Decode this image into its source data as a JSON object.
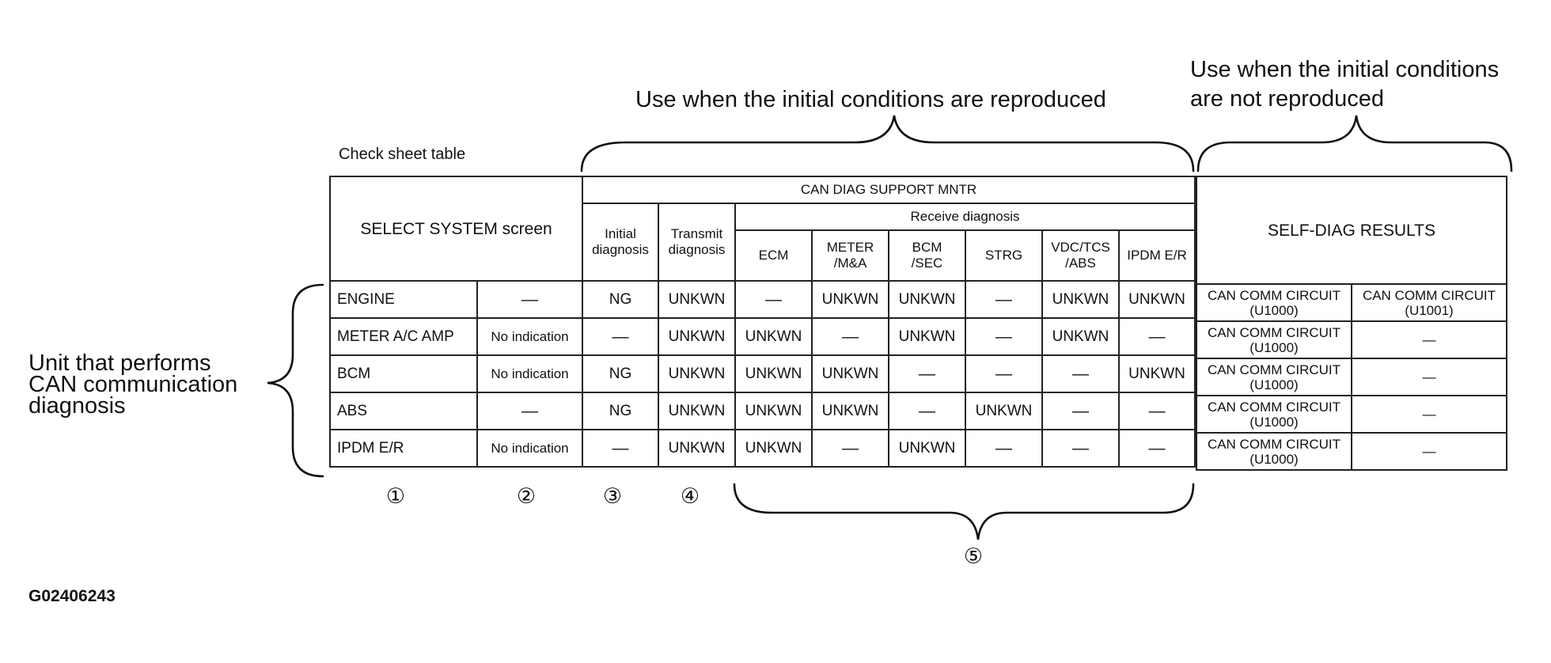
{
  "notes": {
    "reproduced": "Use when the initial conditions are reproduced",
    "not_reproduced_line1": "Use when the initial conditions",
    "not_reproduced_line2": "are not reproduced",
    "caption": "Check sheet table",
    "side_label": "Unit that performs\nCAN communication\ndiagnosis",
    "figure_id": "G02406243"
  },
  "table": {
    "select_system_header": "SELECT SYSTEM screen",
    "can_diag_header": "CAN DIAG SUPPORT MNTR",
    "receive_header": "Receive diagnosis",
    "initial_header": "Initial\ndiagnosis",
    "transmit_header": "Transmit\ndiagnosis",
    "self_diag_header": "SELF-DIAG RESULTS",
    "receive_columns": [
      "ECM",
      "METER\n/M&A",
      "BCM\n/SEC",
      "STRG",
      "VDC/TCS\n/ABS",
      "IPDM E/R"
    ],
    "rows": [
      {
        "unit": "ENGINE",
        "select": "—",
        "initial": "NG",
        "transmit": "UNKWN",
        "receive": [
          "—",
          "UNKWN",
          "UNKWN",
          "—",
          "UNKWN",
          "UNKWN"
        ],
        "self_diag": [
          "CAN COMM CIRCUIT\n(U1000)",
          "CAN COMM CIRCUIT\n(U1001)"
        ]
      },
      {
        "unit": "METER A/C AMP",
        "select": "No indication",
        "initial": "—",
        "transmit": "UNKWN",
        "receive": [
          "UNKWN",
          "—",
          "UNKWN",
          "—",
          "UNKWN",
          "—"
        ],
        "self_diag": [
          "CAN COMM CIRCUIT\n(U1000)",
          "—"
        ]
      },
      {
        "unit": "BCM",
        "select": "No indication",
        "initial": "NG",
        "transmit": "UNKWN",
        "receive": [
          "UNKWN",
          "UNKWN",
          "—",
          "—",
          "—",
          "UNKWN"
        ],
        "self_diag": [
          "CAN COMM CIRCUIT\n(U1000)",
          "—"
        ]
      },
      {
        "unit": "ABS",
        "select": "—",
        "initial": "NG",
        "transmit": "UNKWN",
        "receive": [
          "UNKWN",
          "UNKWN",
          "—",
          "UNKWN",
          "—",
          "—"
        ],
        "self_diag": [
          "CAN COMM CIRCUIT\n(U1000)",
          "—"
        ]
      },
      {
        "unit": "IPDM E/R",
        "select": "No indication",
        "initial": "—",
        "transmit": "UNKWN",
        "receive": [
          "UNKWN",
          "—",
          "UNKWN",
          "—",
          "—",
          "—"
        ],
        "self_diag": [
          "CAN COMM CIRCUIT\n(U1000)",
          "—"
        ]
      }
    ]
  },
  "markers": [
    "①",
    "②",
    "③",
    "④",
    "⑤"
  ]
}
